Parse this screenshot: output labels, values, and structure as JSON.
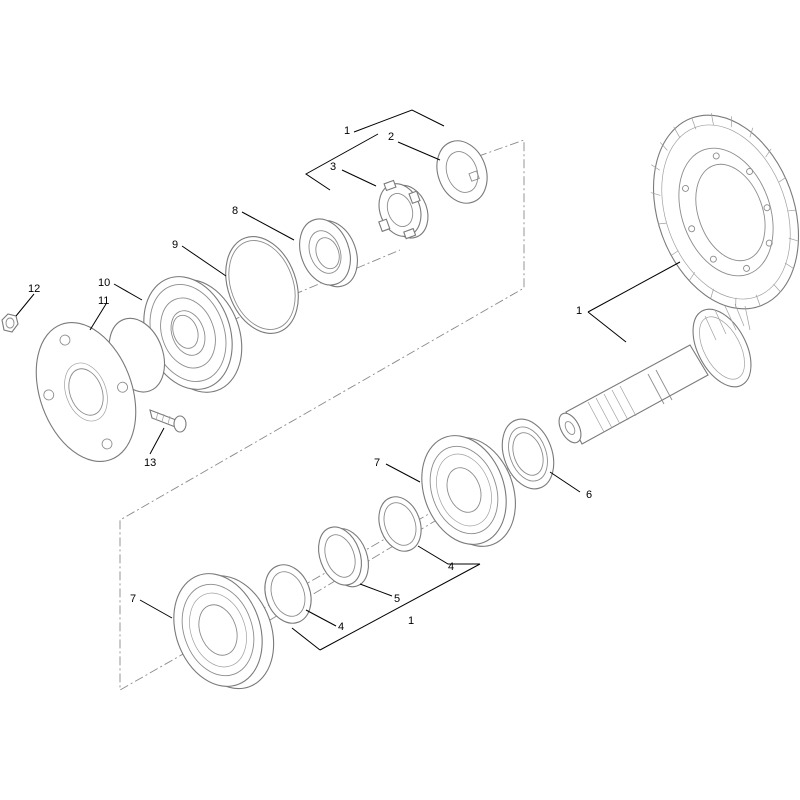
{
  "callouts": {
    "c1_top": "1",
    "c2": "2",
    "c3": "3",
    "c8": "8",
    "c9": "9",
    "c10": "10",
    "c11": "11",
    "c12": "12",
    "c13": "13",
    "c1_right": "1",
    "c7_upper": "7",
    "c6": "6",
    "c4_upper": "4",
    "c5": "5",
    "c4_lower": "4",
    "c1_bottom": "1",
    "c7_lower": "7"
  },
  "colors": {
    "part_stroke": "#7a7a7a",
    "leader": "#000000",
    "background": "#ffffff"
  }
}
